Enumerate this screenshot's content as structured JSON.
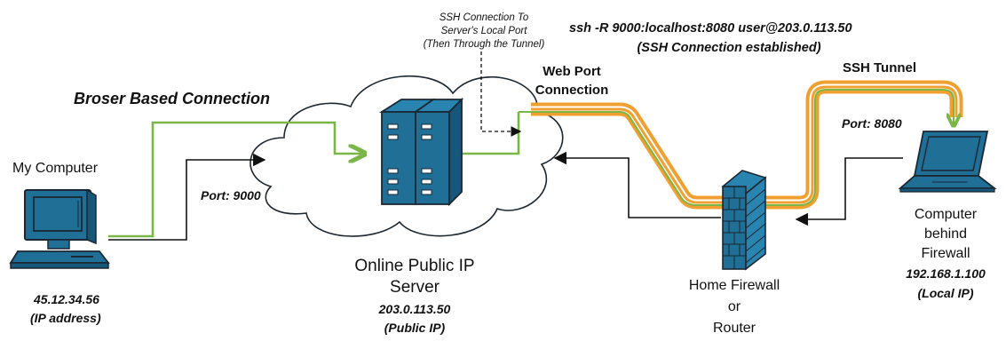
{
  "labels": {
    "browser_connection": "Broser Based Connection",
    "my_computer": "My Computer",
    "my_ip": "45.12.34.56",
    "my_ip_note": "(IP address)",
    "port_9000": "Port: 9000",
    "server_title_line1": "Online Public IP",
    "server_title_line2": "Server",
    "server_ip": "203.0.113.50",
    "server_ip_note": "(Public IP)",
    "ssh_note_line1": "SSH Connection To",
    "ssh_note_line2": "Server's Local Port",
    "ssh_note_line3": "(Then Through the Tunnel)",
    "web_port_line1": "Web Port",
    "web_port_line2": "Connection",
    "ssh_command": "ssh -R 9000:localhost:8080 user@203.0.113.50",
    "ssh_established": "(SSH Connection established)",
    "ssh_tunnel": "SSH Tunnel",
    "port_8080": "Port: 8080",
    "firewall_line1": "Home Firewall",
    "firewall_line2": "or",
    "firewall_line3": "Router",
    "behind_line1": "Computer",
    "behind_line2": "behind",
    "behind_line3": "Firewall",
    "local_ip": "192.168.1.100",
    "local_ip_note": "(Local IP)"
  },
  "colors": {
    "device_fill": "#1f6f97",
    "device_stroke": "#1b2733",
    "green_path": "#7ab648",
    "orange_tunnel": "#f0a030",
    "black_path": "#111111"
  },
  "icons": [
    "desktop-computer-icon",
    "server-rack-icon",
    "cloud-icon",
    "firewall-brick-icon",
    "laptop-icon"
  ]
}
